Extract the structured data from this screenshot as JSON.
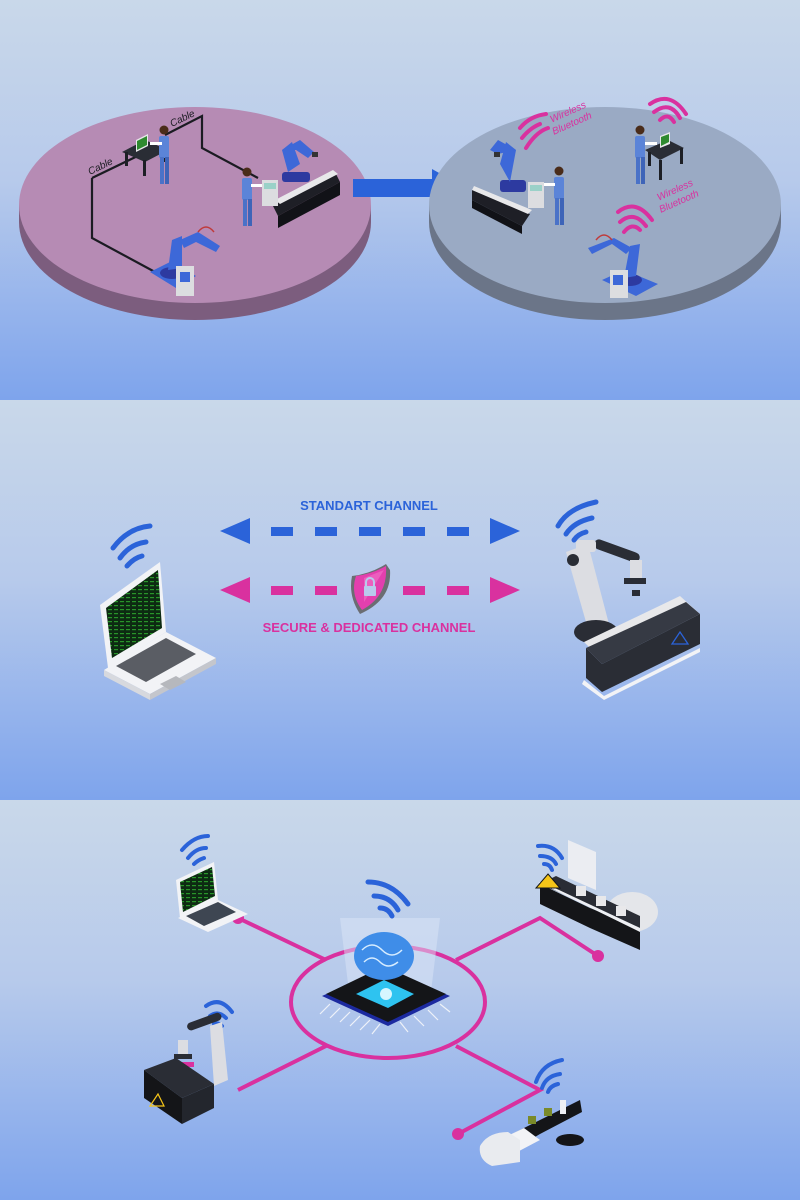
{
  "colors": {
    "bg_top": "#c9d8ea",
    "bg_bottom": "#7ea4ec",
    "accent_blue": "#2b63d9",
    "accent_magenta": "#d9319f",
    "platform_wired": "#b68bb4",
    "platform_wireless": "#9aaac4"
  },
  "panel1": {
    "name": "wired-to-wireless",
    "left_platform": {
      "connection": "wired",
      "cable_labels": [
        "Cable",
        "Cable"
      ],
      "items": [
        "worker-with-laptop",
        "worker-at-control-panel",
        "robot-arm-on-conveyor",
        "robot-arm-small"
      ]
    },
    "transition_arrow": "arrow-right",
    "right_platform": {
      "connection": "wireless",
      "wireless_labels": [
        {
          "line1": "Wireless",
          "line2": "Bluetooth"
        },
        {
          "line1": "Wireless",
          "line2": "Bluetooth"
        }
      ],
      "items": [
        "worker-with-laptop",
        "worker-at-control-panel",
        "robot-arm-on-conveyor",
        "robot-arm-small"
      ]
    }
  },
  "panel2": {
    "name": "channels",
    "standard_channel_label": "STANDART CHANNEL",
    "secure_channel_label": "SECURE & DEDICATED CHANNEL",
    "left_device": "laptop",
    "right_device": "robot-arm-conveyor",
    "secure_icon": "shield-lock"
  },
  "panel3": {
    "name": "ai-hub-network",
    "hub": "ai-brain-chip",
    "nodes": [
      "laptop",
      "conveyor-inspection",
      "robot-arm-conveyor",
      "chip-placement-machine"
    ]
  }
}
